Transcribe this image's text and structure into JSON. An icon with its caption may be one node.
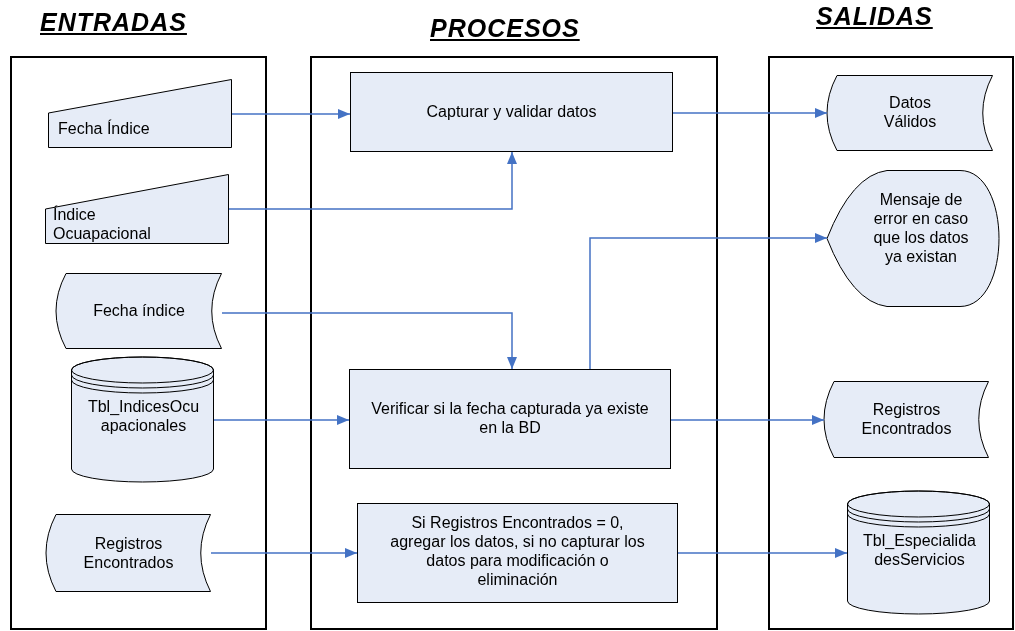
{
  "diagram": {
    "nodes": [
      {
        "text": [
          "ENTRADAS"
        ]
      },
      {
        "text": [
          "Fecha Índice"
        ],
        "in": 0
      },
      {
        "text": [
          "Índice Ocuapacional"
        ],
        "in": 0
      },
      {
        "text": [
          "Fecha índice"
        ],
        "in": 0
      },
      {
        "text": [
          "Tbl_IndicesOcuapacionales"
        ],
        "in": 0
      },
      {
        "text": [
          "Registros Encontrados"
        ],
        "in": 0
      },
      {
        "text": [
          "PROCESOS"
        ]
      },
      {
        "text": [
          "Capturar y validar datos"
        ],
        "in": 6
      },
      {
        "text": [
          "Verificar si la fecha capturada ya existe en la BD"
        ],
        "in": 6
      },
      {
        "text": [
          "Si Registros Encontrados = 0, agregar los datos, si no capturar los datos para modificación o eliminación"
        ],
        "in": 6
      },
      {
        "text": [
          "SALIDAS"
        ]
      },
      {
        "text": [
          "Datos Válidos"
        ],
        "in": 10
      },
      {
        "text": [
          "Mensaje de error en caso que los datos ya existan"
        ],
        "in": 10
      },
      {
        "text": [
          "Registros Encontrados"
        ],
        "in": 10
      },
      {
        "text": [
          "Tbl_EspecialidadesServicios"
        ],
        "in": 10
      }
    ],
    "edges": [
      {
        "from": 1,
        "to": 7,
        "arrow": "to"
      },
      {
        "from": 2,
        "to": 7,
        "arrow": "to"
      },
      {
        "from": 3,
        "to": 8,
        "arrow": "to"
      },
      {
        "from": 4,
        "to": 8,
        "arrow": "to"
      },
      {
        "from": 5,
        "to": 9,
        "arrow": "to"
      },
      {
        "from": 7,
        "to": 11,
        "arrow": "to"
      },
      {
        "from": 8,
        "to": 12,
        "arrow": "to"
      },
      {
        "from": 8,
        "to": 13,
        "arrow": "to"
      },
      {
        "from": 9,
        "to": 14,
        "arrow": "to"
      }
    ]
  }
}
